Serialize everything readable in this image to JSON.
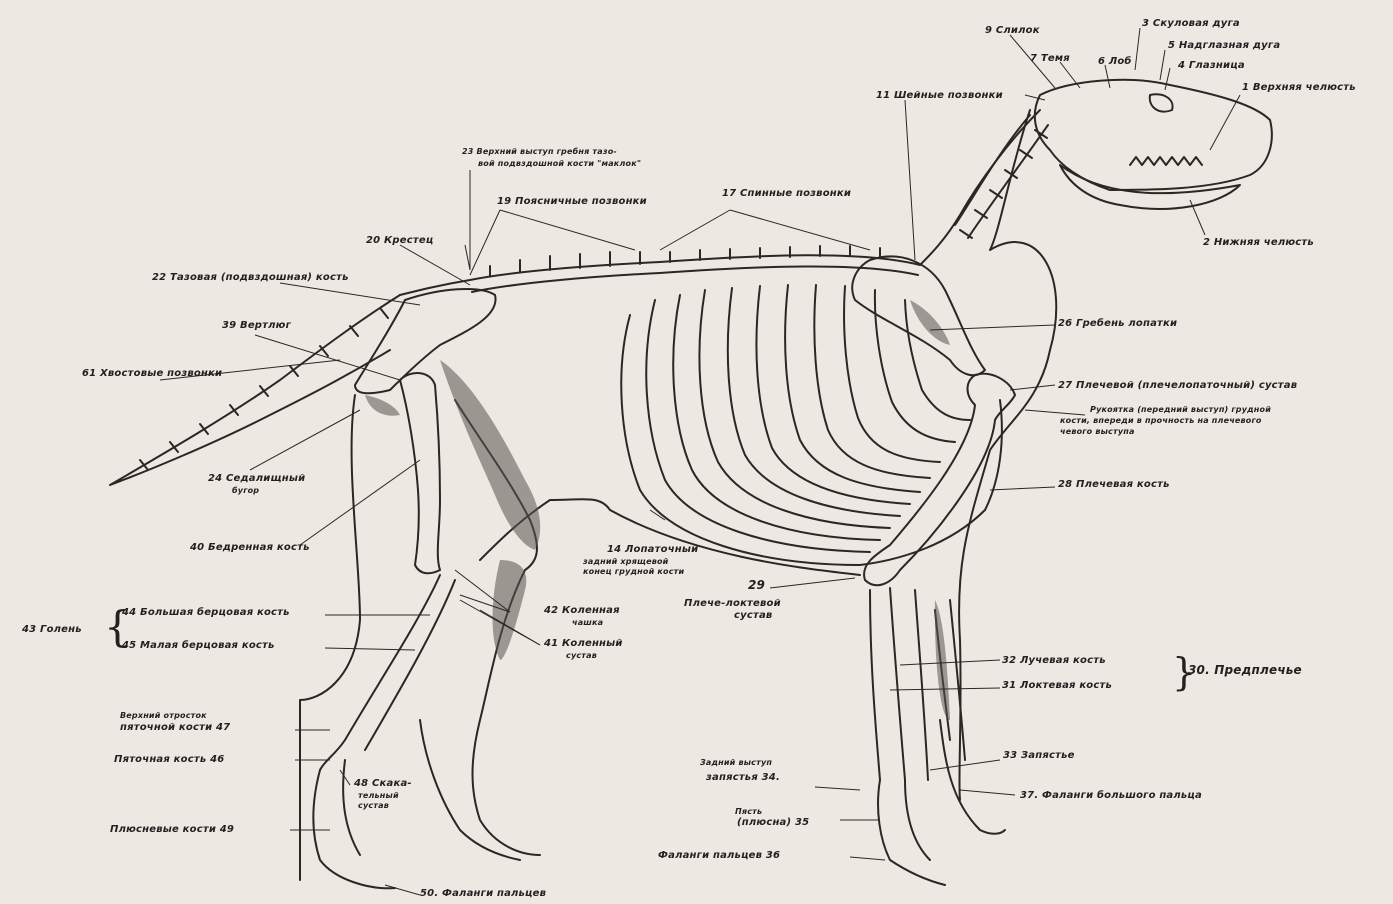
{
  "labels": {
    "l1": "1 Верхняя челюсть",
    "l2": "2 Нижняя челюсть",
    "l3": "3 Скуловая дуга",
    "l4": "4 Глазница",
    "l5": "5 Надглазная дуга",
    "l6": "6 Лоб",
    "l7": "7 Темя",
    "l9": "9 Слилок",
    "l11": "11 Шейные позвонки",
    "l14a": "14 Лопаточный",
    "l14b": "задний хрящевой",
    "l14c": "конец грудной кости",
    "l17": "17 Спинные позвонки",
    "l19": "19 Поясничные позвонки",
    "l20": "20 Крестец",
    "l22": "22 Тазовая (подвздошная) кость",
    "l23a": "23 Верхний выступ гребня тазо-",
    "l23b": "вой подвздошной кости \"маклок\"",
    "l24a": "24 Седалищный",
    "l24b": "бугор",
    "l26": "26 Гребень лопатки",
    "l27": "27 Плечевой (плечелопаточный) сустав",
    "l27ba": "Рукоятка (передний выступ) грудной",
    "l27bb": "кости, впереди в прочность на плечевого",
    "l27bc": "чевого выступа",
    "l28": "28 Плечевая кость",
    "l29a": "29",
    "l29b": "Плече-локтевой",
    "l29c": "сустав",
    "l30": "30. Предплечье",
    "l31": "31 Локтевая кость",
    "l32": "32 Лучевая кость",
    "l33": "33 Запястье",
    "l34a": "Задний выступ",
    "l34b": "запястья 34.",
    "l35a": "Пясть",
    "l35b": "(плюсна) 35",
    "l36": "Фаланги пальцев 36",
    "l37": "37. Фаланги большого пальца",
    "l39": "39 Вертлюг",
    "l40": "40 Бедренная кость",
    "l41a": "41 Коленный",
    "l41b": "сустав",
    "l42a": "42 Коленная",
    "l42b": "чашка",
    "l43": "43 Голень",
    "l44": "44 Большая берцовая кость",
    "l45": "45 Малая берцовая кость",
    "l46": "Пяточная кость 46",
    "l47a": "Верхний отросток",
    "l47b": "пяточной кости 47",
    "l48a": "48 Скака-",
    "l48b": "тельный",
    "l48c": "сустав",
    "l49": "Плюсневые кости 49",
    "l50": "50. Фаланги пальцев",
    "l61": "61 Хвостовые позвонки"
  },
  "colors": {
    "paper": "#ede8e2",
    "ink": "#232020",
    "shade": "#5a5450"
  }
}
